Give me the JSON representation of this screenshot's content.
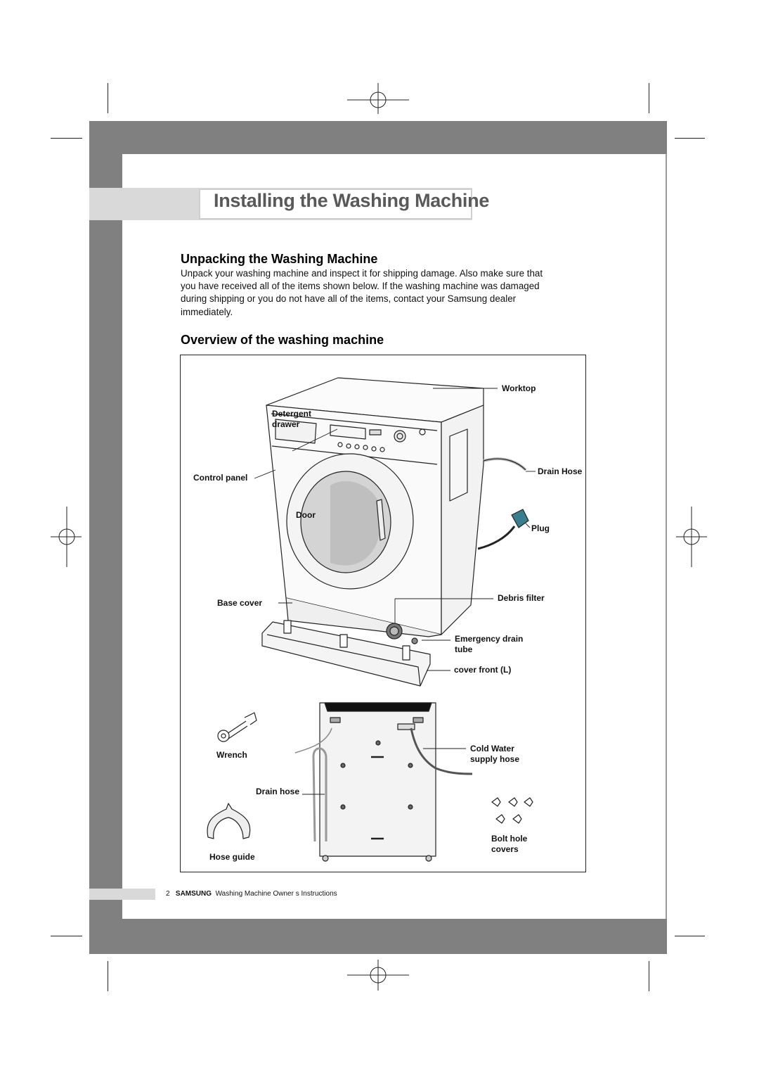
{
  "page_title": "Installing the Washing Machine",
  "section_unpacking": {
    "heading": "Unpacking the Washing Machine",
    "lines": [
      "Unpack your washing machine and inspect it for shipping damage. Also make sure that",
      "you have received all of the items shown below. If the washing machine was damaged",
      "during shipping or you do not have all of the items, contact your Samsung dealer",
      "immediately."
    ]
  },
  "section_overview": {
    "heading": "Overview of the washing machine"
  },
  "labels": {
    "worktop": "Worktop",
    "detergent_drawer_1": "Detergent",
    "detergent_drawer_2": "drawer",
    "control_panel": "Control panel",
    "drain_hose_top": "Drain Hose",
    "door": "Door",
    "plug": "Plug",
    "base_cover": "Base cover",
    "debris_filter": "Debris filter",
    "emergency_drain_1": "Emergency drain",
    "emergency_drain_2": "tube",
    "cover_front": "cover front (L)",
    "wrench": "Wrench",
    "cold_water_1": "Cold Water",
    "cold_water_2": "supply hose",
    "drain_hose_bottom": "Drain hose",
    "bolt_hole_1": "Bolt hole",
    "bolt_hole_2": "covers",
    "hose_guide": "Hose guide"
  },
  "footer": {
    "page_number": "2",
    "brand": "SAMSUNG",
    "text": "Washing Machine Owner s Instructions"
  }
}
